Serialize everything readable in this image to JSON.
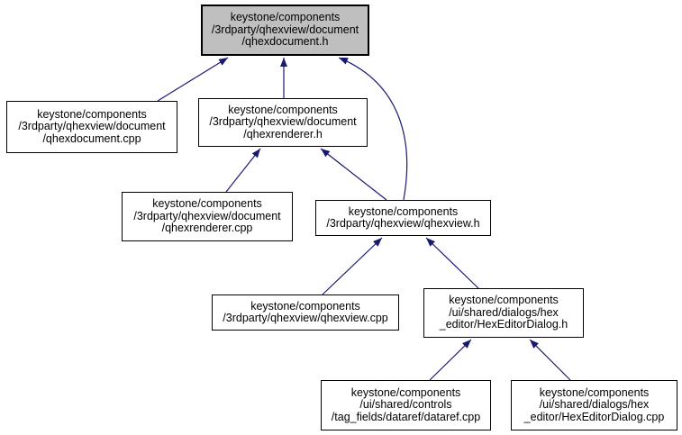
{
  "diagram": {
    "type": "include-dependency-graph",
    "background_color": "#ffffff",
    "edge_color": "#191970",
    "node_fill": "#ffffff",
    "node_border": "#000000",
    "highlight_fill": "#bfbfbf",
    "nodes": [
      {
        "id": "qhexdocument-h",
        "label": "keystone/components\n/3rdparty/qhexview/document\n/qhexdocument.h",
        "highlighted": true
      },
      {
        "id": "qhexdocument-cpp",
        "label": "keystone/components\n/3rdparty/qhexview/document\n/qhexdocument.cpp",
        "highlighted": false
      },
      {
        "id": "qhexrenderer-h",
        "label": "keystone/components\n/3rdparty/qhexview/document\n/qhexrenderer.h",
        "highlighted": false
      },
      {
        "id": "qhexrenderer-cpp",
        "label": "keystone/components\n/3rdparty/qhexview/document\n/qhexrenderer.cpp",
        "highlighted": false
      },
      {
        "id": "qhexview-h",
        "label": "keystone/components\n/3rdparty/qhexview/qhexview.h",
        "highlighted": false
      },
      {
        "id": "qhexview-cpp",
        "label": "keystone/components\n/3rdparty/qhexview/qhexview.cpp",
        "highlighted": false
      },
      {
        "id": "hexeditordialog-h",
        "label": "keystone/components\n/ui/shared/dialogs/hex\n_editor/HexEditorDialog.h",
        "highlighted": false
      },
      {
        "id": "dataref-cpp",
        "label": "keystone/components\n/ui/shared/controls\n/tag_fields/dataref/dataref.cpp",
        "highlighted": false
      },
      {
        "id": "hexeditordialog-cpp",
        "label": "keystone/components\n/ui/shared/dialogs/hex\n_editor/HexEditorDialog.cpp",
        "highlighted": false
      }
    ],
    "edges": [
      {
        "from": "qhexdocument-cpp",
        "to": "qhexdocument-h"
      },
      {
        "from": "qhexrenderer-h",
        "to": "qhexdocument-h"
      },
      {
        "from": "qhexview-h",
        "to": "qhexdocument-h"
      },
      {
        "from": "qhexrenderer-cpp",
        "to": "qhexrenderer-h"
      },
      {
        "from": "qhexview-h",
        "to": "qhexrenderer-h"
      },
      {
        "from": "qhexview-cpp",
        "to": "qhexview-h"
      },
      {
        "from": "hexeditordialog-h",
        "to": "qhexview-h"
      },
      {
        "from": "dataref-cpp",
        "to": "hexeditordialog-h"
      },
      {
        "from": "hexeditordialog-cpp",
        "to": "hexeditordialog-h"
      }
    ]
  }
}
